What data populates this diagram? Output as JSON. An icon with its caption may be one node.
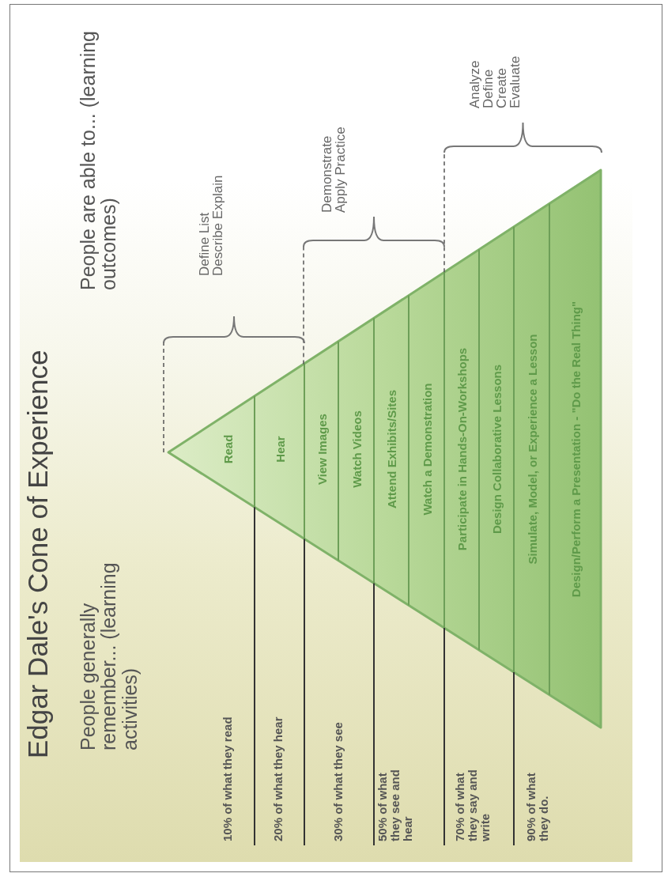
{
  "diagram": {
    "title": "Edgar Dale's Cone of Experience",
    "nodes": [
      {
        "text": [
          "Read"
        ]
      },
      {
        "text": [
          "Hear"
        ]
      },
      {
        "text": [
          "View Images"
        ]
      },
      {
        "text": [
          "Watch Videos"
        ]
      },
      {
        "text": [
          "Attend Exhibits/Sites"
        ]
      },
      {
        "text": [
          "Watch a Demonstration"
        ]
      },
      {
        "text": [
          "Participate in Hands-On-Workshops"
        ]
      },
      {
        "text": [
          "Design Collaborative Lessons"
        ]
      },
      {
        "text": [
          "Simulate, Model, or Experience a Lesson"
        ]
      },
      {
        "text": [
          "Design/Perform a Presentation - \"Do the Real Thing\""
        ]
      }
    ],
    "labels": [
      "People generally remember... (learning activities)",
      "People are able to... (learning outcomes)",
      "Define List Describe Explain",
      "Demonstrate Apply Practice",
      "Analyze Define Create Evaluate",
      "10% of what they read",
      "20% of what they hear",
      "30% of what they see",
      "50% of what they see and hear",
      "70% of what they say and write",
      "90% of what they do."
    ]
  }
}
